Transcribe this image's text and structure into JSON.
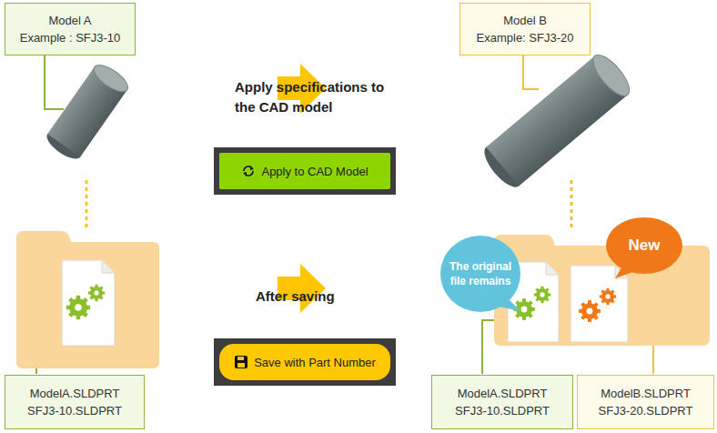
{
  "diagram": {
    "nodes": [
      {
        "text": [
          "Model A",
          "Example : SFJ3-10"
        ]
      },
      {
        "text": [
          "Model B",
          "Example: SFJ3-20"
        ]
      },
      {
        "text": [
          "Apply to CAD Model"
        ]
      },
      {
        "text": [
          "New"
        ]
      },
      {
        "text": [
          "The original file remains"
        ]
      },
      {
        "text": [
          "Save with Part Number"
        ]
      },
      {
        "text": [
          "ModelA.SLDPRT",
          "SFJ3-10.SLDPRT"
        ]
      },
      {
        "text": [
          "ModelA.SLDPRT",
          "SFJ3-10.SLDPRT"
        ]
      },
      {
        "text": [
          "ModelB.SLDPRT",
          "SFJ3-20.SLDPRT"
        ]
      }
    ],
    "labels": [
      "Apply specifications to the CAD model",
      "After saving"
    ]
  }
}
